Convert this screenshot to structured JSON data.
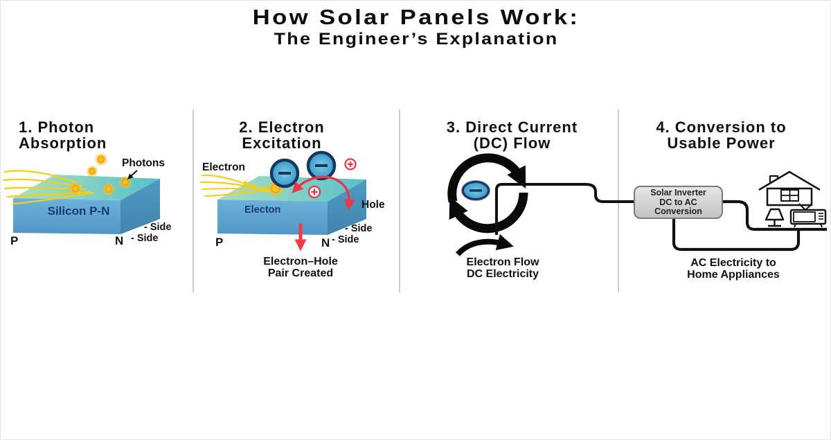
{
  "title": {
    "line1": "How Solar Panels Work:",
    "line2": "The Engineer’s Explanation"
  },
  "panels": {
    "photon_absorption": {
      "heading": {
        "line1": "1. Photon",
        "line2": "Absorption"
      },
      "labels": {
        "photons": "Photons",
        "silicon": "Silicon P-N",
        "p": "P",
        "n": "N",
        "side_upper": "- Side",
        "side_lower": "- Side"
      }
    },
    "electron_excitation": {
      "heading": {
        "line1": "2. Electron",
        "line2": "Excitation"
      },
      "labels": {
        "electron": "Electron",
        "electron_face": "Electon",
        "hole": "Hole",
        "p": "P",
        "n": "N",
        "side_upper": "- Side",
        "side_lower": "- Side"
      },
      "caption": {
        "line1": "Electron–Hole",
        "line2": "Pair Created"
      }
    },
    "dc_flow": {
      "heading": {
        "line1": "3. Direct Current",
        "line2": "(DC) Flow"
      },
      "caption": {
        "line1": "Electron Flow",
        "line2": "DC Electricity"
      }
    },
    "conversion": {
      "heading": {
        "line1": "4. Conversion to",
        "line2": "Usable Power"
      },
      "inverter": {
        "line1": "Solar Inverter",
        "line2": "DC to AC",
        "line3": "Conversion"
      },
      "caption": {
        "line1": "AC Electricity to",
        "line2": "Home Appliances"
      }
    }
  },
  "icons": {
    "photon": "glow-dot-icon",
    "electron": "circled-minus-icon",
    "hole": "circled-plus-icon",
    "current_loop": "circular-arrows-icon",
    "house": "house-icon",
    "lamp": "lamp-icon",
    "tv": "tv-icon"
  },
  "colors": {
    "slab_top_light": "#a8dcc2",
    "slab_top_teal": "#5cc2cc",
    "slab_front": "#5fa8d2",
    "slab_side": "#4a92ba",
    "photon_yellow": "#f6c21a",
    "ray_yellow": "#f2cf1e",
    "electron_fill": "#45b0e0",
    "electron_ring": "#16375e",
    "red_accent": "#e8394a",
    "wire_black": "#111111",
    "divider_gray": "#cccccc",
    "inverter_fill": "#d2d2d2",
    "inverter_border": "#7a7a7a",
    "navy_text": "#173a70"
  }
}
